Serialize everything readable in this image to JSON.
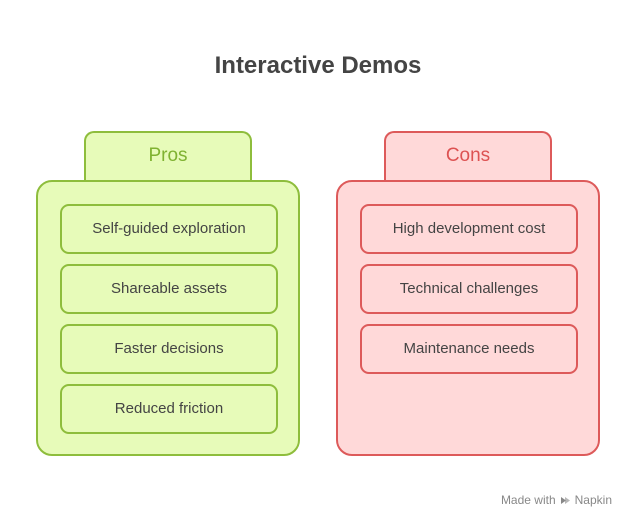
{
  "title": "Interactive Demos",
  "pros": {
    "label": "Pros",
    "items": [
      "Self-guided exploration",
      "Shareable assets",
      "Faster decisions",
      "Reduced friction"
    ]
  },
  "cons": {
    "label": "Cons",
    "items": [
      "High development cost",
      "Technical challenges",
      "Maintenance needs"
    ]
  },
  "watermark": {
    "prefix": "Made with",
    "brand": "Napkin",
    "icon": "napkin-logo-icon"
  },
  "colors": {
    "pros_fill": "#e7fbb9",
    "pros_border": "#8ebd3c",
    "pros_text": "#7fb231",
    "cons_fill": "#ffd9d9",
    "cons_border": "#dd5a5a",
    "cons_text": "#dd5252",
    "title_text": "#444444"
  }
}
